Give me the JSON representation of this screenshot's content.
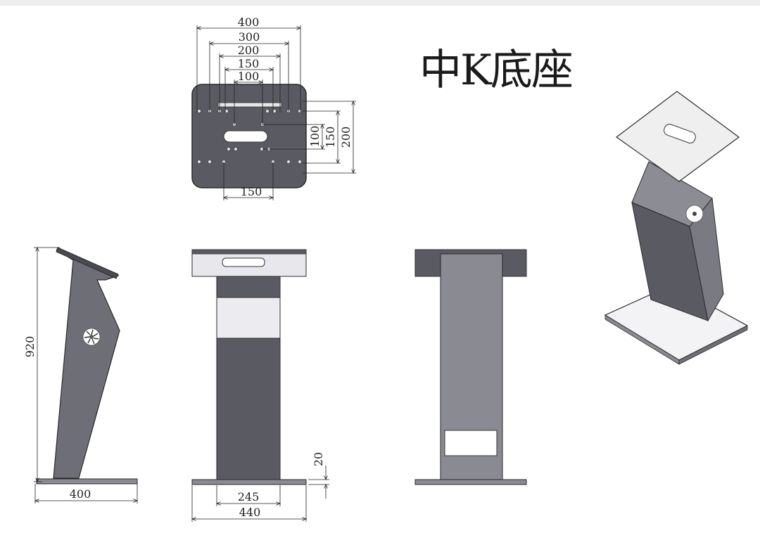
{
  "title": "中K底座",
  "top_view": {
    "dimensions_horizontal": [
      "400",
      "300",
      "200",
      "150",
      "100"
    ],
    "dimensions_vertical": [
      "100",
      "150",
      "200"
    ],
    "bottom_dimension": "150"
  },
  "side_view": {
    "height": "920",
    "base_width": "400"
  },
  "front_view": {
    "inner_width": "245",
    "base_width": "440",
    "plate_thickness": "20"
  },
  "colors": {
    "plate_gray": "#5a5a62",
    "column_gray": "#6e6e76",
    "column_light": "#8c8c94",
    "outline": "#2b2b2b",
    "page": "#ffffff"
  }
}
